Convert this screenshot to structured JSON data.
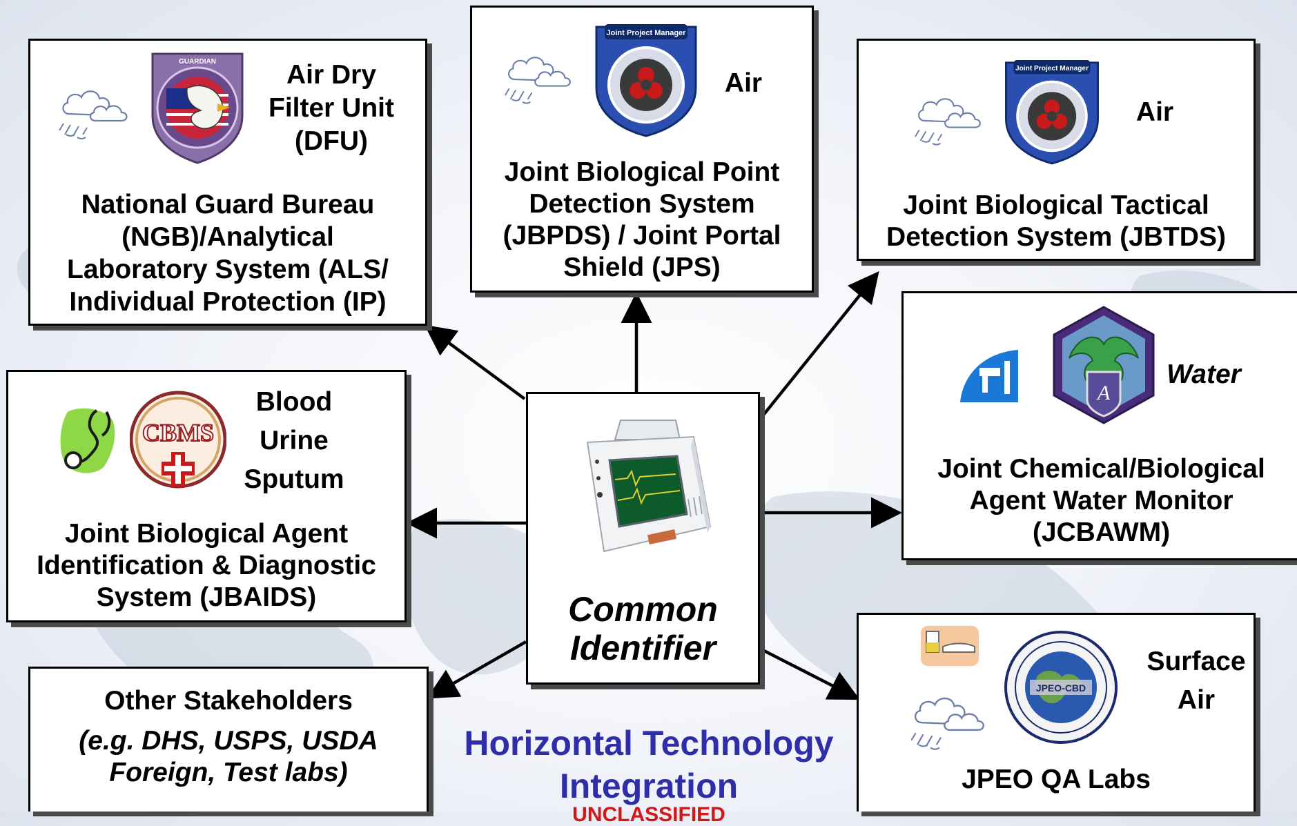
{
  "boxes": {
    "ngb": {
      "medium": "Air Dry\nFilter Unit\n(DFU)",
      "title": "National Guard Bureau\n(NGB)/Analytical\nLaboratory System (ALS/\nIndividual Protection (IP)",
      "emblem_text": "GUARDIAN"
    },
    "jbpds": {
      "medium": "Air",
      "title": "Joint Biological Point\nDetection System\n(JBPDS) / Joint Portal\nShield (JPS)",
      "emblem_text": "Joint Project Manager"
    },
    "jbtds": {
      "medium": "Air",
      "title": "Joint Biological Tactical\nDetection System (JBTDS)",
      "emblem_text": "Joint Project Manager"
    },
    "jbaids": {
      "medium": "Blood\nUrine\nSputum",
      "title": "Joint Biological Agent\nIdentification & Diagnostic\nSystem (JBAIDS)",
      "emblem_text": "CBMS"
    },
    "center": {
      "title": "Common\nIdentifier"
    },
    "jcbawm": {
      "medium": "Water",
      "title": "Joint Chemical/Biological\nAgent Water Monitor\n(JCBAWM)"
    },
    "other": {
      "title": "Other Stakeholders",
      "subtitle": "(e.g. DHS, USPS, USDA\nForeign, Test labs)"
    },
    "jpeo": {
      "medium": "Surface\nAir",
      "title": "JPEO QA Labs",
      "emblem_text": "JPEO-CBD"
    }
  },
  "footer": {
    "title": "Horizontal Technology\nIntegration",
    "classification": "UNCLASSIFIED"
  },
  "colors": {
    "footer_title": "#2e2ea8",
    "classification": "#d01818",
    "box_border": "#000000",
    "box_shadow": "#4a4a4a",
    "monitor_screen": "#0d5a2a",
    "water_icon": "#1a78d6"
  }
}
